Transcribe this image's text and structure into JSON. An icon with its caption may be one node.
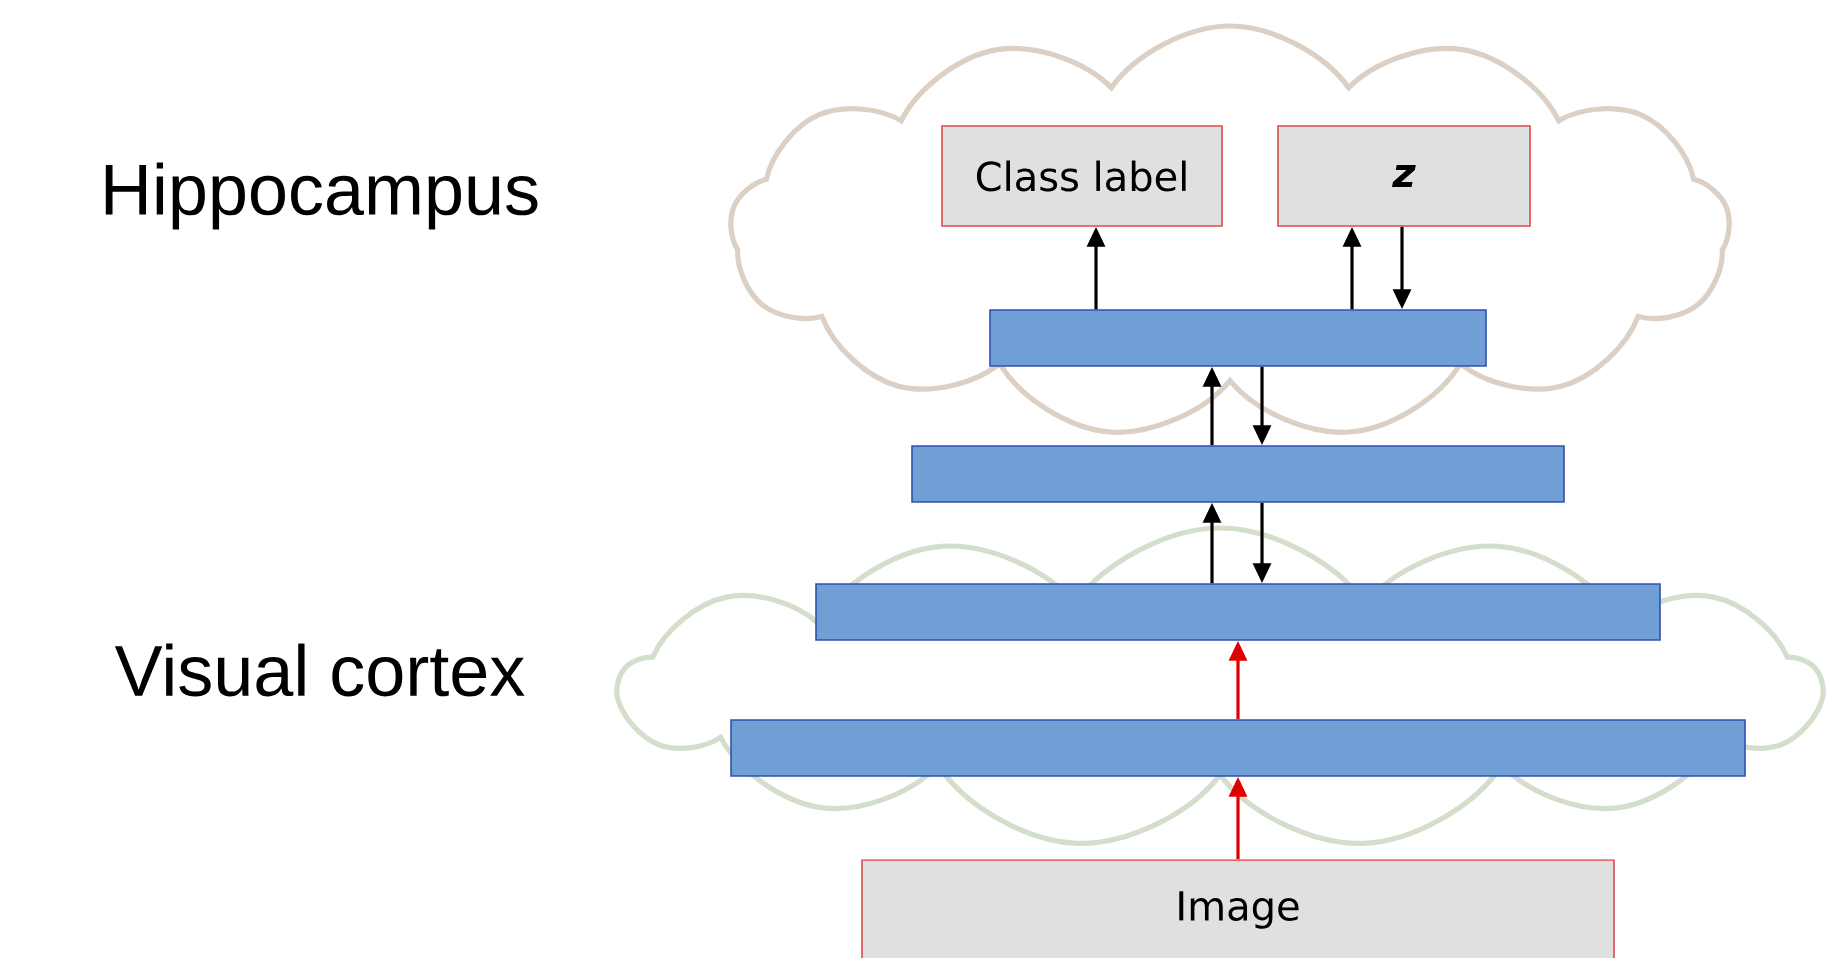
{
  "diagram": {
    "nodes": [
      {
        "text": [],
        "shape": "cloud",
        "beside": [
          "Hippocampus"
        ]
      },
      {
        "text": [
          "Class label"
        ],
        "in": 0
      },
      {
        "text": [
          "z"
        ],
        "in": 0
      },
      {
        "text": [],
        "shape": "bar",
        "in": 0
      },
      {
        "text": [],
        "shape": "bar"
      },
      {
        "text": [],
        "shape": "cloud",
        "beside": [
          "Visual cortex"
        ]
      },
      {
        "text": [],
        "shape": "bar",
        "in": 5
      },
      {
        "text": [],
        "shape": "bar",
        "in": 5
      },
      {
        "text": [
          "Image"
        ]
      }
    ],
    "edges": [
      {
        "from": 3,
        "to": 1,
        "arrow": "to"
      },
      {
        "from": 3,
        "to": 2,
        "arrow": "to"
      },
      {
        "from": 2,
        "to": 3,
        "arrow": "to"
      },
      {
        "from": 4,
        "to": 3,
        "arrow": "to"
      },
      {
        "from": 3,
        "to": 4,
        "arrow": "to"
      },
      {
        "from": 6,
        "to": 4,
        "arrow": "to"
      },
      {
        "from": 4,
        "to": 6,
        "arrow": "to"
      },
      {
        "from": 7,
        "to": 6,
        "arrow": "to",
        "color": "#e00000"
      },
      {
        "from": 8,
        "to": 7,
        "arrow": "to",
        "color": "#e00000"
      }
    ]
  }
}
